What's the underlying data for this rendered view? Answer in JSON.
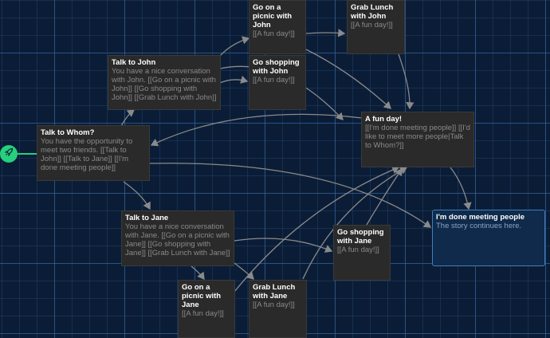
{
  "story_map": {
    "start_icon": "rocket-icon",
    "accent_color": "#26d07c",
    "passages": [
      {
        "id": "talk-to-whom",
        "title": "Talk to Whom?",
        "excerpt": "You have the opportunity to meet two friends. [[Talk to John]] [[Talk to Jane]] [[I'm done meeting people]]",
        "start": true
      },
      {
        "id": "talk-to-john",
        "title": "Talk to John",
        "excerpt": "You have a nice conversation with John. [[Go on a picnic with John]] [[Go shopping with John]] [[Grab Lunch with John]]"
      },
      {
        "id": "picnic-john",
        "title": "Go on a picnic with John",
        "excerpt": "[[A fun day!]]"
      },
      {
        "id": "shopping-john",
        "title": "Go shopping with John",
        "excerpt": "[[A fun day!]]"
      },
      {
        "id": "lunch-john",
        "title": "Grab Lunch with John",
        "excerpt": "[[A fun day!]]"
      },
      {
        "id": "fun-day",
        "title": "A fun day!",
        "excerpt": "[[I'm done meeting people]] [[I'd like to meet more people|Talk to Whom?]]"
      },
      {
        "id": "done",
        "title": "I'm done meeting people",
        "excerpt": "The story continues here.",
        "selected": true
      },
      {
        "id": "talk-to-jane",
        "title": "Talk to Jane",
        "excerpt": "You have a nice conversation with Jane. [[Go on a picnic with Jane]] [[Go shopping with Jane]] [[Grab Lunch with Jane]]"
      },
      {
        "id": "shopping-jane",
        "title": "Go shopping with Jane",
        "excerpt": "[[A fun day!]]"
      },
      {
        "id": "picnic-jane",
        "title": "Go on a picnic with Jane",
        "excerpt": "[[A fun day!]]"
      },
      {
        "id": "lunch-jane",
        "title": "Grab Lunch with Jane",
        "excerpt": "[[A fun day!]]"
      }
    ]
  }
}
